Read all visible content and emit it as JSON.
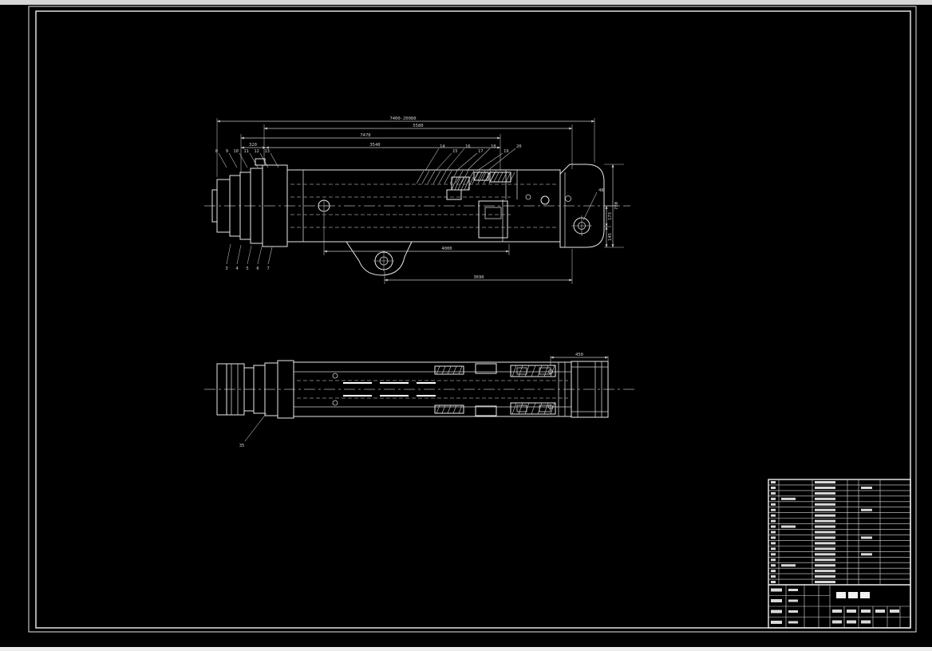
{
  "window": {
    "background": "#000000",
    "top_strip_color": "#d6d6d6",
    "bottom_strip_color": "#ececec",
    "frame_color": "#efefef",
    "geometry_color": "#e8e8e8",
    "dim_color": "#c9c9c9"
  },
  "drawing": {
    "dims": {
      "total": "7400-20080",
      "len1": "5580",
      "len2": "7470",
      "len3": "3540",
      "len4": "320",
      "height": "780",
      "h1": "173",
      "h2": "145",
      "bottom1": "4000",
      "bottom2": "3690",
      "plate_hole": "48",
      "bv_right": "450",
      "bv_left": "35"
    },
    "balloons": {
      "top": [
        "14",
        "15",
        "16",
        "17",
        "18",
        "19",
        "20"
      ],
      "left": [
        "8",
        "9",
        "10",
        "11",
        "12",
        "13"
      ],
      "bottom": [
        "3",
        "4",
        "5",
        "6",
        "7"
      ]
    }
  },
  "titleblock": {
    "bom_rows": 19,
    "marks": [
      [
        0,
        2
      ],
      [
        1,
        2
      ],
      [
        1,
        4
      ],
      [
        2,
        2
      ],
      [
        3,
        2
      ],
      [
        3,
        1
      ],
      [
        4,
        2
      ],
      [
        5,
        2
      ],
      [
        5,
        4
      ],
      [
        6,
        2
      ],
      [
        7,
        2
      ],
      [
        8,
        2
      ],
      [
        8,
        1
      ],
      [
        9,
        2
      ],
      [
        10,
        2
      ],
      [
        10,
        4
      ],
      [
        11,
        2
      ],
      [
        12,
        2
      ],
      [
        13,
        2
      ],
      [
        13,
        4
      ],
      [
        14,
        2
      ],
      [
        15,
        2
      ],
      [
        15,
        1
      ],
      [
        16,
        2
      ],
      [
        17,
        2
      ],
      [
        18,
        2
      ]
    ]
  }
}
